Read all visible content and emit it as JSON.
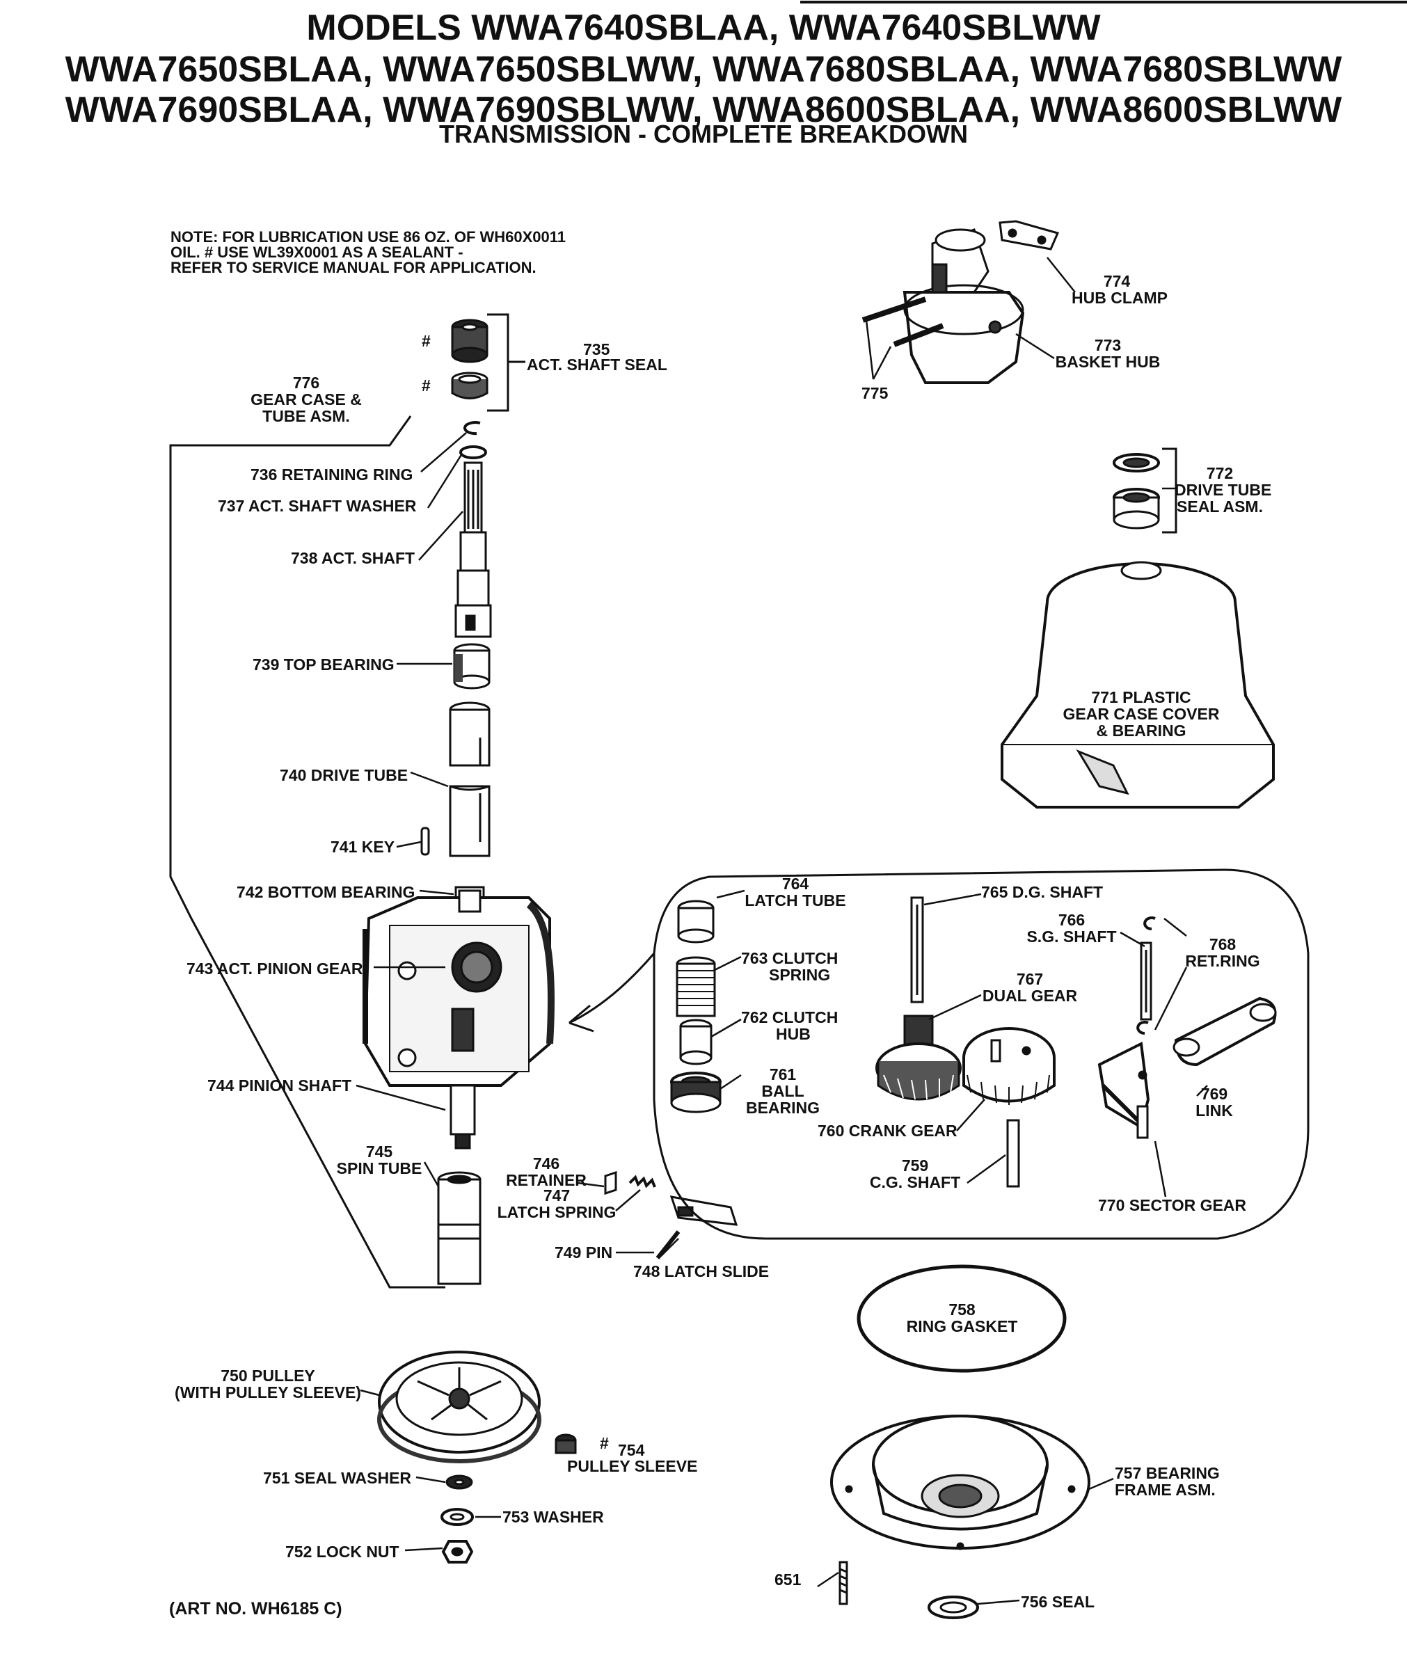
{
  "header": {
    "line1": "MODELS WWA7640SBLAA, WWA7640SBLWW",
    "line2": "WWA7650SBLAA, WWA7650SBLWW, WWA7680SBLAA, WWA7680SBLWW",
    "line3": "WWA7690SBLAA, WWA7690SBLWW, WWA8600SBLAA, WWA8600SBLWW",
    "subtitle": "TRANSMISSION - COMPLETE BREAKDOWN"
  },
  "note": {
    "line1": "NOTE: FOR LUBRICATION USE 86 OZ. OF WH60X0011",
    "line2": "OIL. # USE WL39X0001 AS A SEALANT -",
    "line3": "REFER TO SERVICE MANUAL FOR APPLICATION."
  },
  "parts": {
    "p735": "735",
    "p735_name": "ACT. SHAFT SEAL",
    "hash_a": "#",
    "hash_b": "#",
    "p776": "776",
    "p776_name1": "GEAR CASE &",
    "p776_name2": "TUBE ASM.",
    "p736": "736 RETAINING RING",
    "p737": "737  ACT. SHAFT WASHER",
    "p738": "738 ACT. SHAFT",
    "p739": "739 TOP BEARING",
    "p740": "740 DRIVE TUBE",
    "p741": "741 KEY",
    "p742": "742 BOTTOM BEARING",
    "p743": "743 ACT. PINION GEAR",
    "p744": "744 PINION SHAFT",
    "p745": "745",
    "p745_name": "SPIN TUBE",
    "p746": "746",
    "p746_name": "RETAINER",
    "p747": "747",
    "p747_name": "LATCH SPRING",
    "p749": "749 PIN",
    "p748": "748 LATCH SLIDE",
    "p750_name1": "750 PULLEY",
    "p750_name2": "(WITH PULLEY SLEEVE)",
    "p751": "751 SEAL WASHER",
    "p752": "752 LOCK NUT",
    "p753": "753 WASHER",
    "p754_hash": "#",
    "p754": "754",
    "p754_name": "PULLEY SLEEVE",
    "p774": "774",
    "p774_name": "HUB CLAMP",
    "p773": "773",
    "p773_name": "BASKET HUB",
    "p775": "775",
    "p772": "772",
    "p772_name1": "DRIVE TUBE",
    "p772_name2": "SEAL ASM.",
    "p771_name1": "771 PLASTIC",
    "p771_name2": "GEAR CASE COVER",
    "p771_name3": "& BEARING",
    "p764": "764",
    "p764_name": "LATCH TUBE",
    "p763_name1": "763 CLUTCH",
    "p763_name2": "SPRING",
    "p762_name1": "762 CLUTCH",
    "p762_name2": "HUB",
    "p761": "761",
    "p761_name1": "BALL",
    "p761_name2": "BEARING",
    "p765": "765 D.G. SHAFT",
    "p766": "766",
    "p766_name": "S.G. SHAFT",
    "p768": "768",
    "p768_name": "RET.RING",
    "p767": "767",
    "p767_name": "DUAL GEAR",
    "p769": "769",
    "p769_name": "LINK",
    "p760": "760 CRANK GEAR",
    "p759": "759",
    "p759_name": "C.G. SHAFT",
    "p770": "770 SECTOR GEAR",
    "p758": "758",
    "p758_name": "RING GASKET",
    "p757_name1": "757 BEARING",
    "p757_name2": "FRAME ASM.",
    "p651": "651",
    "p756": "756 SEAL"
  },
  "footer": {
    "art_no": "(ART NO. WH6185 C)"
  }
}
